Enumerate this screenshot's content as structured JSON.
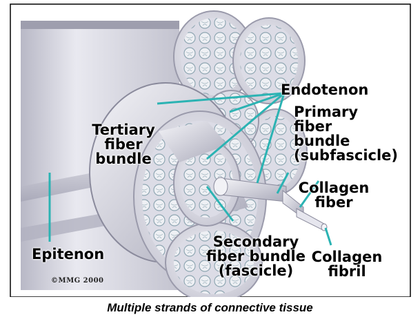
{
  "labels": {
    "endotenon": "Endotenon",
    "primary": "Primary\nfiber\nbundle\n(subfascicle)",
    "tertiary": "Tertiary\nfiber\nbundle",
    "collagen_fiber": "Collagen\nfiber",
    "epitenon": "Epitenon",
    "secondary": "Secondary\nfiber bundle\n(fascicle)",
    "collagen_fibril": "Collagen\nfibril"
  },
  "copyright": "©MMG 2000",
  "caption": "Multiple strands of connective tissue",
  "colors": {
    "leader_lines": "#2bb3b3",
    "tissue_light": "#eeeef4",
    "tissue_mid": "#c9c9d4",
    "tissue_shadow": "#8e8ea0",
    "caption_text": "#000000"
  }
}
